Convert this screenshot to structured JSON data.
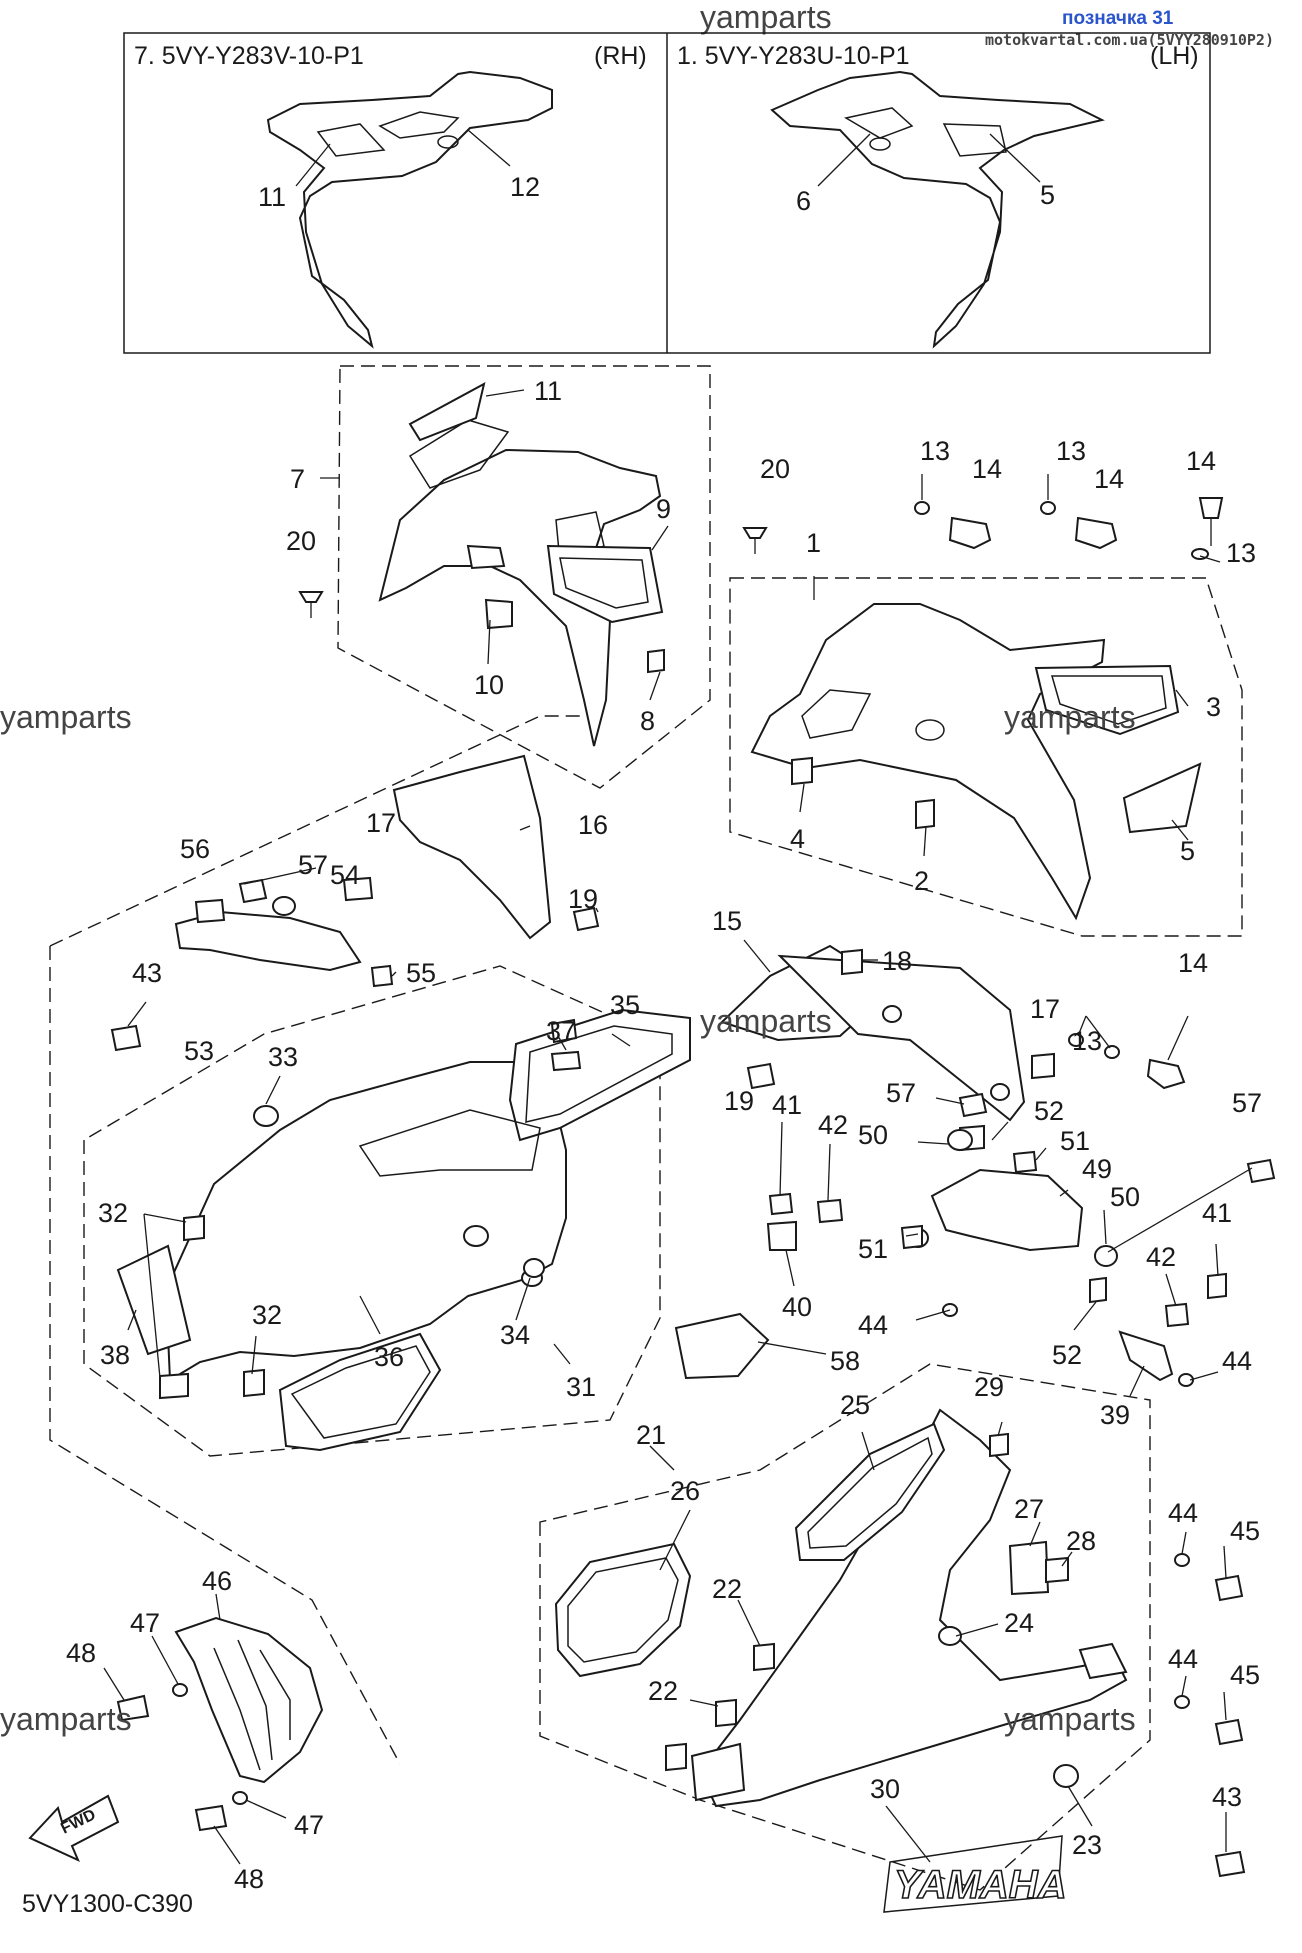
{
  "watermark": "yamparts",
  "site": "motokvartal.com.ua(5VYY280910P2)",
  "tag": "позначка 31",
  "diagram_code": "5VY1300-C390",
  "fwd_label": "FWD",
  "yamaha_logo": "YAMAHA",
  "rh_box": {
    "title": "7. 5VY-Y283V-10-P1",
    "side": "(RH)"
  },
  "lh_box": {
    "title": "1. 5VY-Y283U-10-P1",
    "side": "(LH)"
  },
  "callouts": [
    "11",
    "12",
    "6",
    "5",
    "11",
    "7",
    "9",
    "20",
    "10",
    "8",
    "20",
    "1",
    "13",
    "14",
    "13",
    "14",
    "14",
    "13",
    "3",
    "4",
    "2",
    "5",
    "56",
    "57",
    "54",
    "17",
    "16",
    "19",
    "43",
    "53",
    "55",
    "15",
    "18",
    "17",
    "14",
    "13",
    "19",
    "37",
    "35",
    "33",
    "32",
    "32",
    "38",
    "36",
    "34",
    "31",
    "41",
    "42",
    "40",
    "57",
    "52",
    "51",
    "50",
    "49",
    "51",
    "50",
    "57",
    "41",
    "42",
    "52",
    "39",
    "44",
    "44",
    "58",
    "21",
    "26",
    "25",
    "29",
    "27",
    "28",
    "24",
    "44",
    "45",
    "44",
    "45",
    "22",
    "22",
    "30",
    "23",
    "43",
    "46",
    "47",
    "48",
    "47",
    "48"
  ]
}
